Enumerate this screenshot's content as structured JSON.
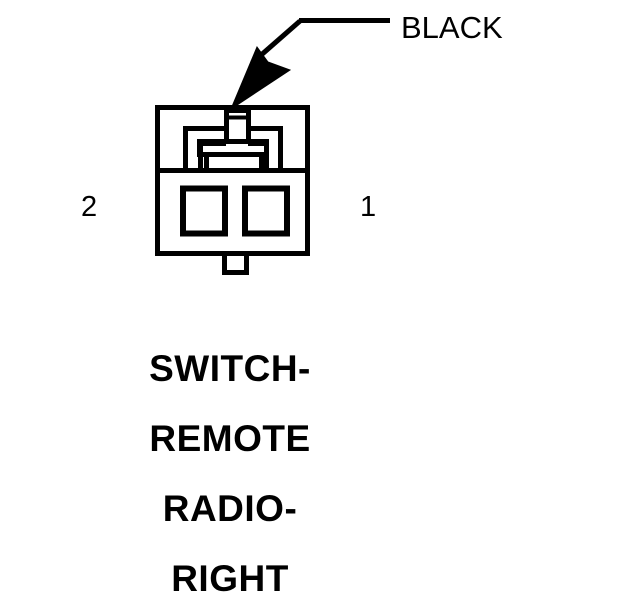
{
  "diagram": {
    "type": "automotive-connector-pinout",
    "background_color": "#ffffff",
    "line_color": "#000000",
    "wire_callout": {
      "label": "BLACK",
      "icon": "leader-arrow-icon",
      "points_to": "connector-latch-post"
    },
    "connector": {
      "pin_count": 2,
      "pins": [
        {
          "number": "2",
          "side": "left"
        },
        {
          "number": "1",
          "side": "right"
        }
      ],
      "cavity_count": 2
    },
    "caption": {
      "lines": [
        "SWITCH-",
        "REMOTE",
        "RADIO-",
        "RIGHT"
      ]
    }
  }
}
